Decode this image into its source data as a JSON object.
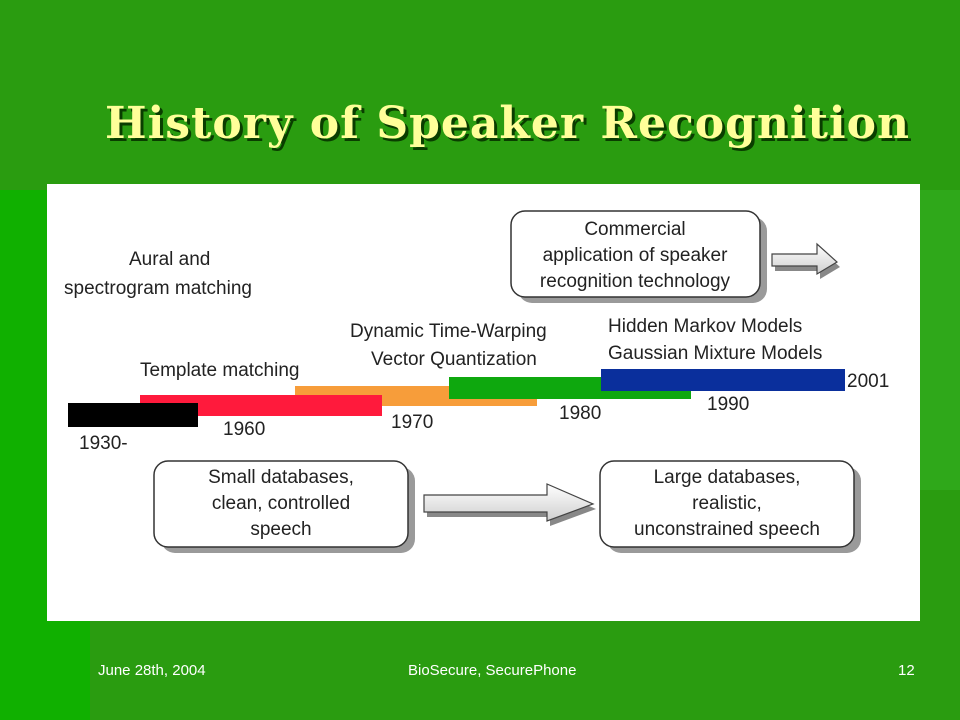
{
  "slide": {
    "title": "History of Speaker Recognition",
    "footer_date": "June 28th, 2004",
    "footer_center": "BioSecure, SecurePhone",
    "page_number": "12"
  },
  "diagram": {
    "commercial_box": [
      "Commercial",
      "application of speaker",
      "recognition technology"
    ],
    "aural_label": [
      "Aural and",
      "spectrogram matching"
    ],
    "template_label": "Template matching",
    "dtw_label": [
      "Dynamic Time-Warping",
      "Vector Quantization"
    ],
    "hmm_label": [
      "Hidden Markov Models",
      "Gaussian Mixture Models"
    ],
    "years": {
      "y1930": "1930-",
      "y1960": "1960",
      "y1970": "1970",
      "y1980": "1980",
      "y1990": "1990",
      "y2001": "2001"
    },
    "small_db_box": [
      "Small databases,",
      "clean, controlled",
      "speech"
    ],
    "large_db_box": [
      "Large databases,",
      "realistic,",
      "unconstrained speech"
    ],
    "colors": {
      "black_bar": "#000000",
      "red_bar": "#ff1a3c",
      "orange_bar": "#f79d3a",
      "green_bar": "#0ea80e",
      "blue_bar": "#0a2f9c"
    }
  }
}
